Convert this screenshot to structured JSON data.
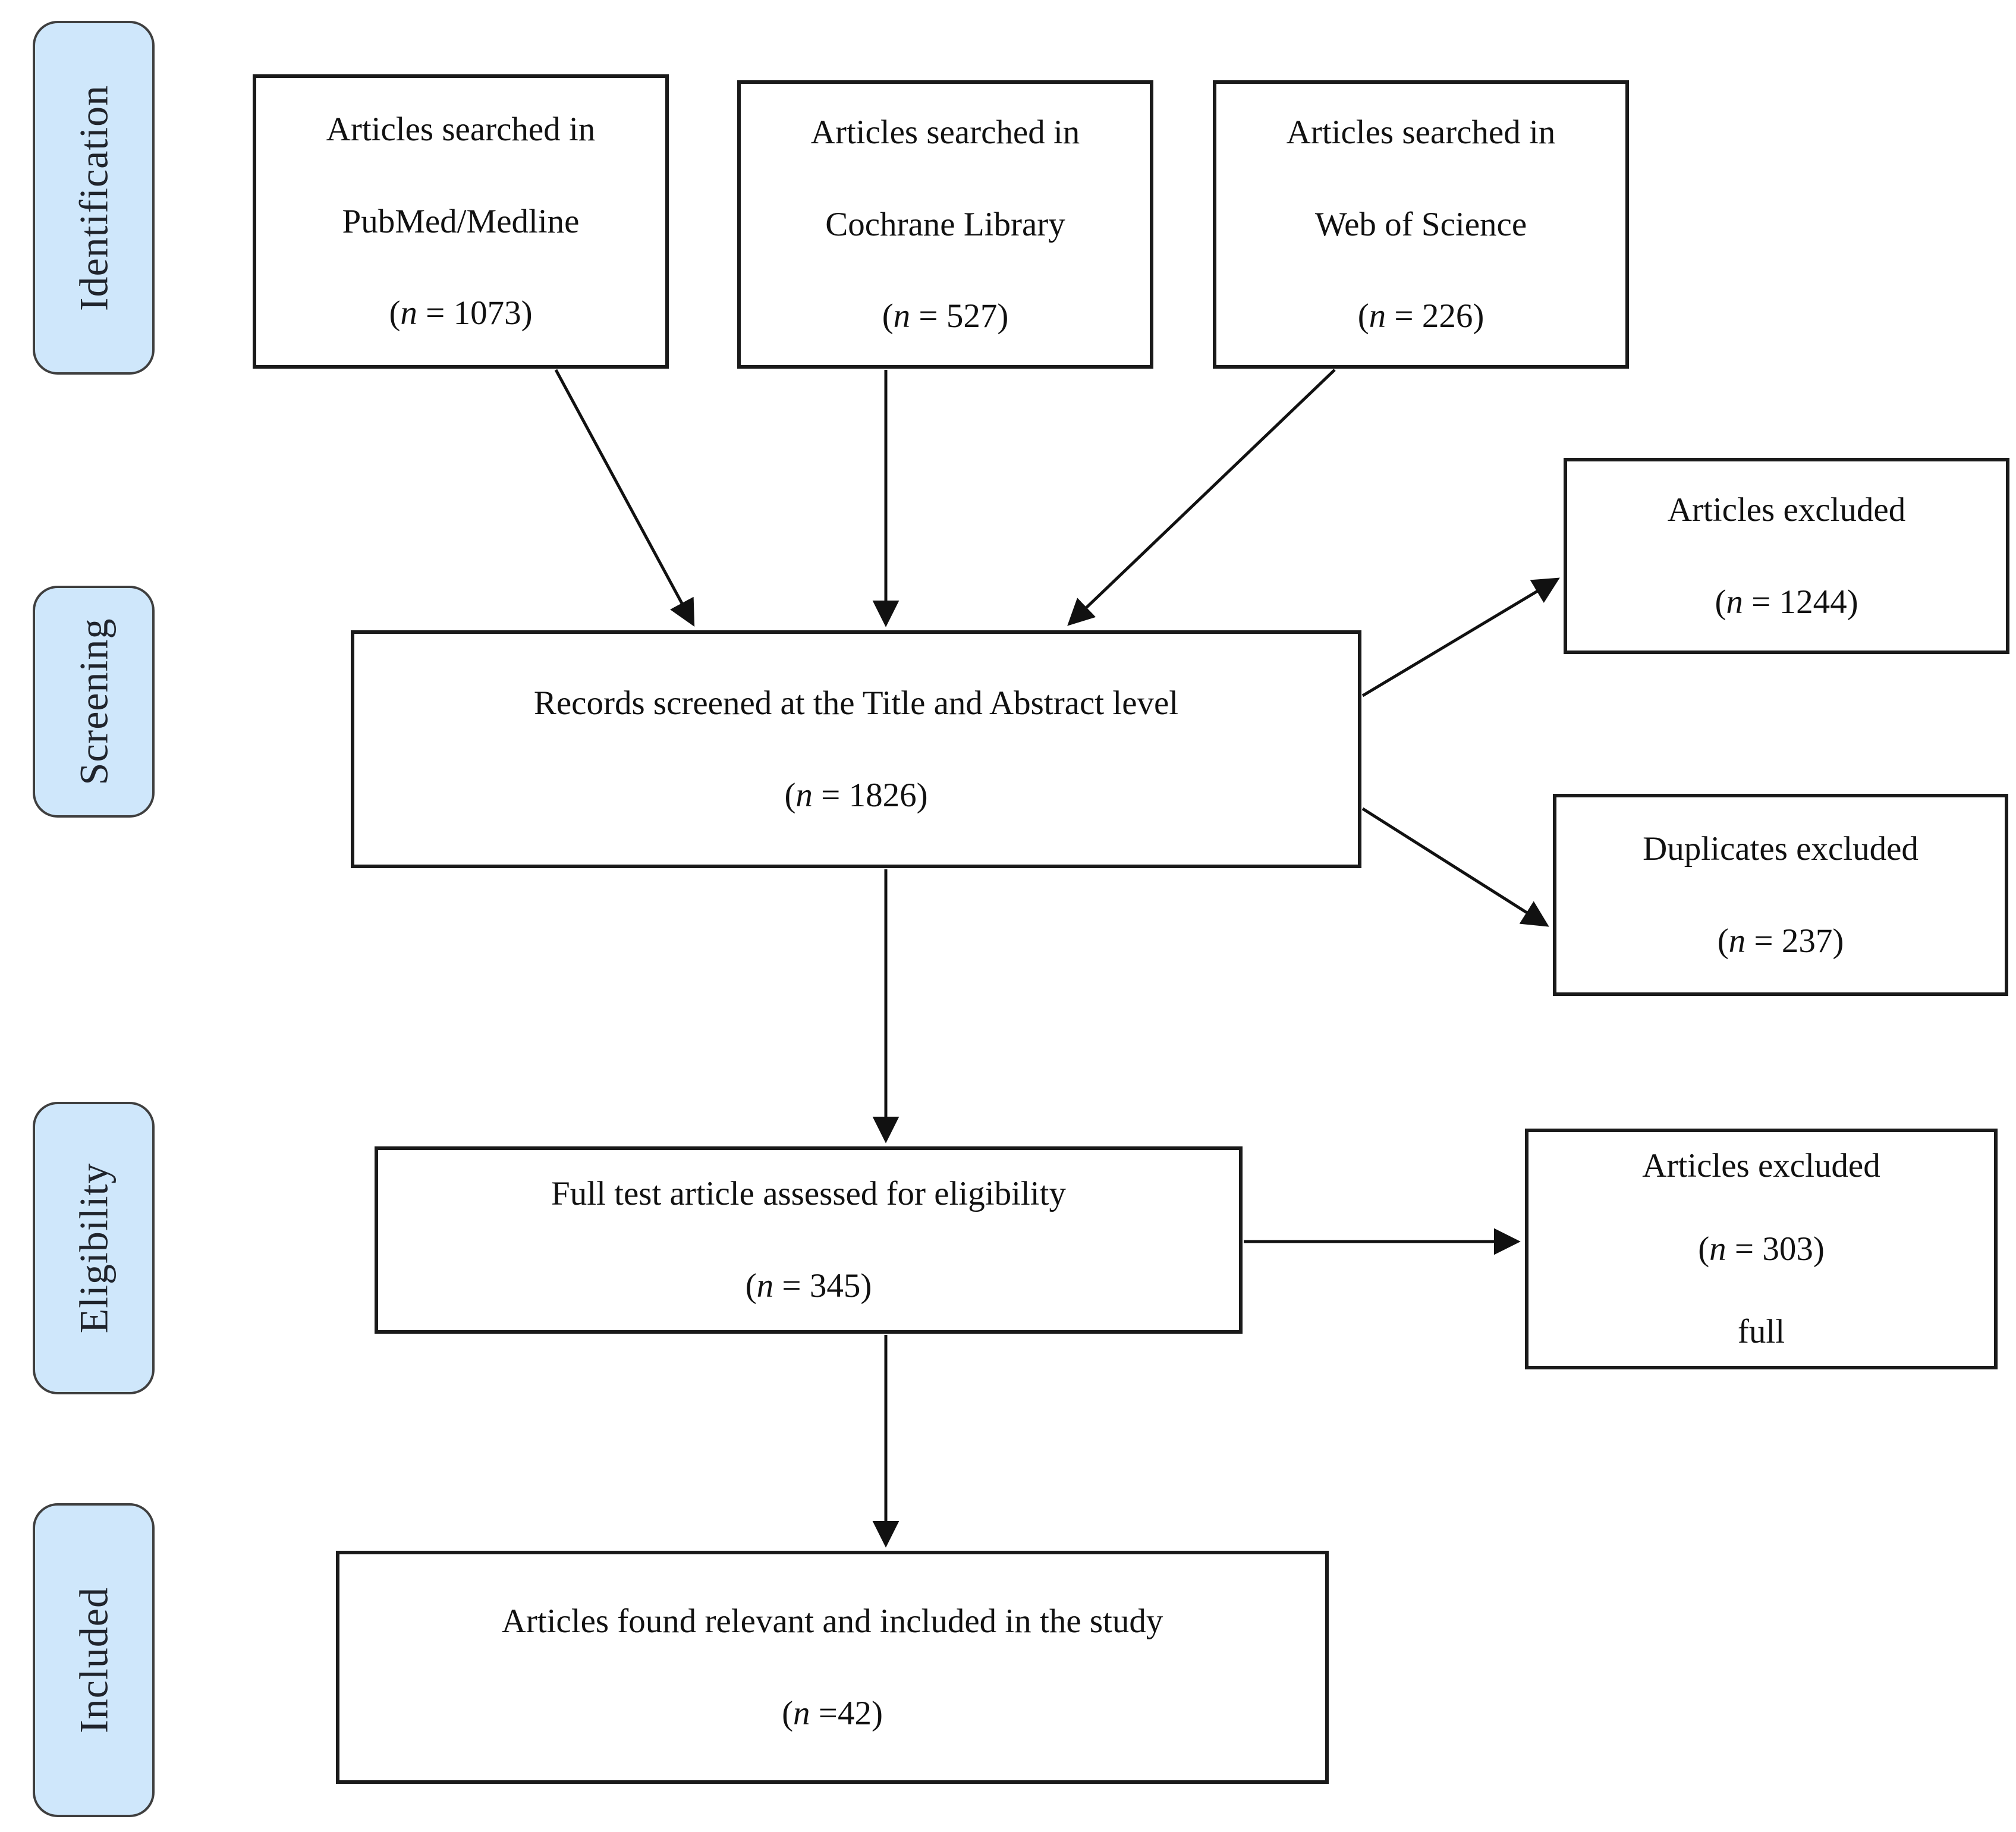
{
  "colors": {
    "background": "#ffffff",
    "stage_fill": "#cfe7fb",
    "stage_border": "#3f3f3f",
    "stage_text": "#20242c",
    "box_border": "#1a1a1a",
    "box_text": "#111111",
    "arrow": "#111111"
  },
  "stages": {
    "identification": "Identification",
    "screening": "Screening",
    "eligibility": "Eligibility",
    "included": "Included"
  },
  "boxes": {
    "pubmed": {
      "line1": "Articles searched in",
      "line2": "PubMed/Medline",
      "count_open": "(",
      "count_var": "n",
      "count_rest": " = 1073)"
    },
    "cochrane": {
      "line1": "Articles searched in",
      "line2": "Cochrane Library",
      "count_open": "(",
      "count_var": "n",
      "count_rest": " = 527)"
    },
    "web_of_science": {
      "line1": "Articles searched in",
      "line2": "Web of Science",
      "count_open": "(",
      "count_var": "n",
      "count_rest": " = 226)"
    },
    "screened": {
      "line1": "Records screened at the Title and Abstract level",
      "count_open": "(",
      "count_var": "n",
      "count_rest": " = 1826)"
    },
    "excluded_title_abstract": {
      "line1": "Articles excluded",
      "count_open": "(",
      "count_var": "n",
      "count_rest": " = 1244)"
    },
    "duplicates_excluded": {
      "line1": "Duplicates excluded",
      "count_open": "(",
      "count_var": "n",
      "count_rest": " = 237)"
    },
    "full_text": {
      "line1": "Full test article assessed for eligibility",
      "count_open": "(",
      "count_var": "n",
      "count_rest": " = 345)"
    },
    "excluded_full_text": {
      "line1": "Articles excluded",
      "count_open": "(",
      "count_var": "n",
      "count_rest": " = 303)",
      "line3": "full"
    },
    "included_study": {
      "line1": "Articles found relevant and included in the study",
      "count_open": "(",
      "count_var": "n",
      "count_rest": " =42)"
    }
  }
}
